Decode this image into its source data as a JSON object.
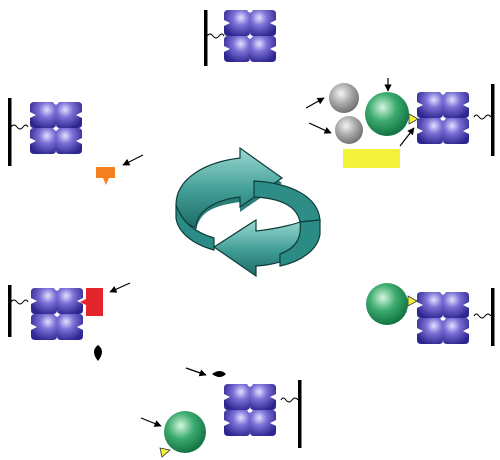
{
  "diagram": {
    "kind": "cyclic-process-schematic",
    "text_labels": [],
    "center": {
      "shape": "circular-arrow-cycle",
      "arrow_count": 2,
      "direction": "clockwise"
    },
    "stages": [
      {
        "id": "stage-1",
        "contents": [
          "tether-bar",
          "tetramer"
        ]
      },
      {
        "id": "stage-2",
        "contents": [
          "tether-bar",
          "tetramer",
          "gray-sphere",
          "gray-sphere",
          "green-sphere",
          "yellow-triangle-ligand",
          "yellow-bar",
          "arrow",
          "arrow",
          "arrow",
          "arrow"
        ]
      },
      {
        "id": "stage-3",
        "contents": [
          "tether-bar",
          "tetramer",
          "green-sphere",
          "yellow-triangle-ligand"
        ]
      },
      {
        "id": "stage-4",
        "contents": [
          "tether-bar",
          "tetramer",
          "black-drop-ligand",
          "green-sphere",
          "yellow-triangle-ligand",
          "arrow",
          "arrow"
        ]
      },
      {
        "id": "stage-5",
        "contents": [
          "tether-bar",
          "tetramer",
          "red-square-ligand",
          "black-drop-ligand",
          "arrow"
        ]
      },
      {
        "id": "stage-6",
        "contents": [
          "tether-bar",
          "tetramer",
          "orange-tag",
          "arrow"
        ]
      }
    ],
    "colors": {
      "tetramer": "#4a3fb0",
      "tetramer_highlight": "#c9c3ff",
      "green_sphere": "#1e9a5e",
      "gray_sphere": "#9a9a9a",
      "cycle_arrow": "#4aa8a0",
      "yellow": "#f2f23a",
      "red": "#e3242b",
      "orange": "#f5801f",
      "black": "#000000"
    }
  }
}
